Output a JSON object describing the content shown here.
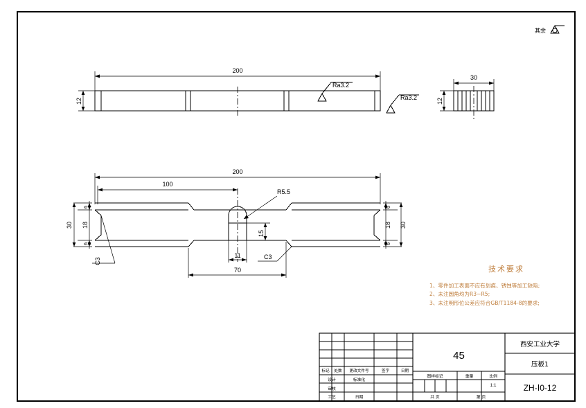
{
  "drawing": {
    "type": "mechanical-engineering-drawing",
    "part_name": "压板1",
    "material": "45",
    "drawing_number": "ZH-Ⅰ0-12",
    "organization": "西安工业大学",
    "scale": "1:1",
    "general_surface_note": "其余"
  },
  "front_view": {
    "name": "front-view",
    "overall_length": "200",
    "thickness": "12",
    "surface_finish_top": "Ra3.2",
    "surface_finish_right": "Ra3.2"
  },
  "side_view": {
    "name": "side-view",
    "width": "30",
    "thickness": "12"
  },
  "plan_view": {
    "name": "plan-view",
    "overall_length": "200",
    "half_length": "100",
    "overall_width": "30",
    "upper_flange": "6",
    "middle_web": "18",
    "lower_flange": "6",
    "right_upper_flange": "6",
    "right_middle_web": "18",
    "right_lower_flange": "6",
    "right_overall_width": "30",
    "slot_radius": "R5.5",
    "slot_depth": "15",
    "slot_width": "11",
    "center_cut_length": "70",
    "chamfer_left": "C3",
    "chamfer_right": "C3"
  },
  "technical_requirements": {
    "title": "技术要求",
    "items": [
      "1、零件加工表面不应有划痕、锈蚀等加工缺陷;",
      "2、未注圆角均为R3~R5;",
      "3、未注明形位公差应符合GB/T1184-8的要求;"
    ]
  },
  "title_block": {
    "revision_headers": [
      "标记",
      "处数",
      "更改文件号",
      "签字",
      "日期"
    ],
    "role_design": "设计",
    "role_standard": "标准化",
    "role_review": "审核",
    "role_process": "工艺",
    "role_date": "日期",
    "material_label": "45",
    "mark_label": "图样标记",
    "weight_label": "重量",
    "scale_label": "比例",
    "scale_value": "1:1",
    "sheet_total_label": "共    页",
    "sheet_index_label": "第    页",
    "org_name": "西安工业大学",
    "part_name": "压板1",
    "drawing_number": "ZH-Ⅰ0-12"
  }
}
